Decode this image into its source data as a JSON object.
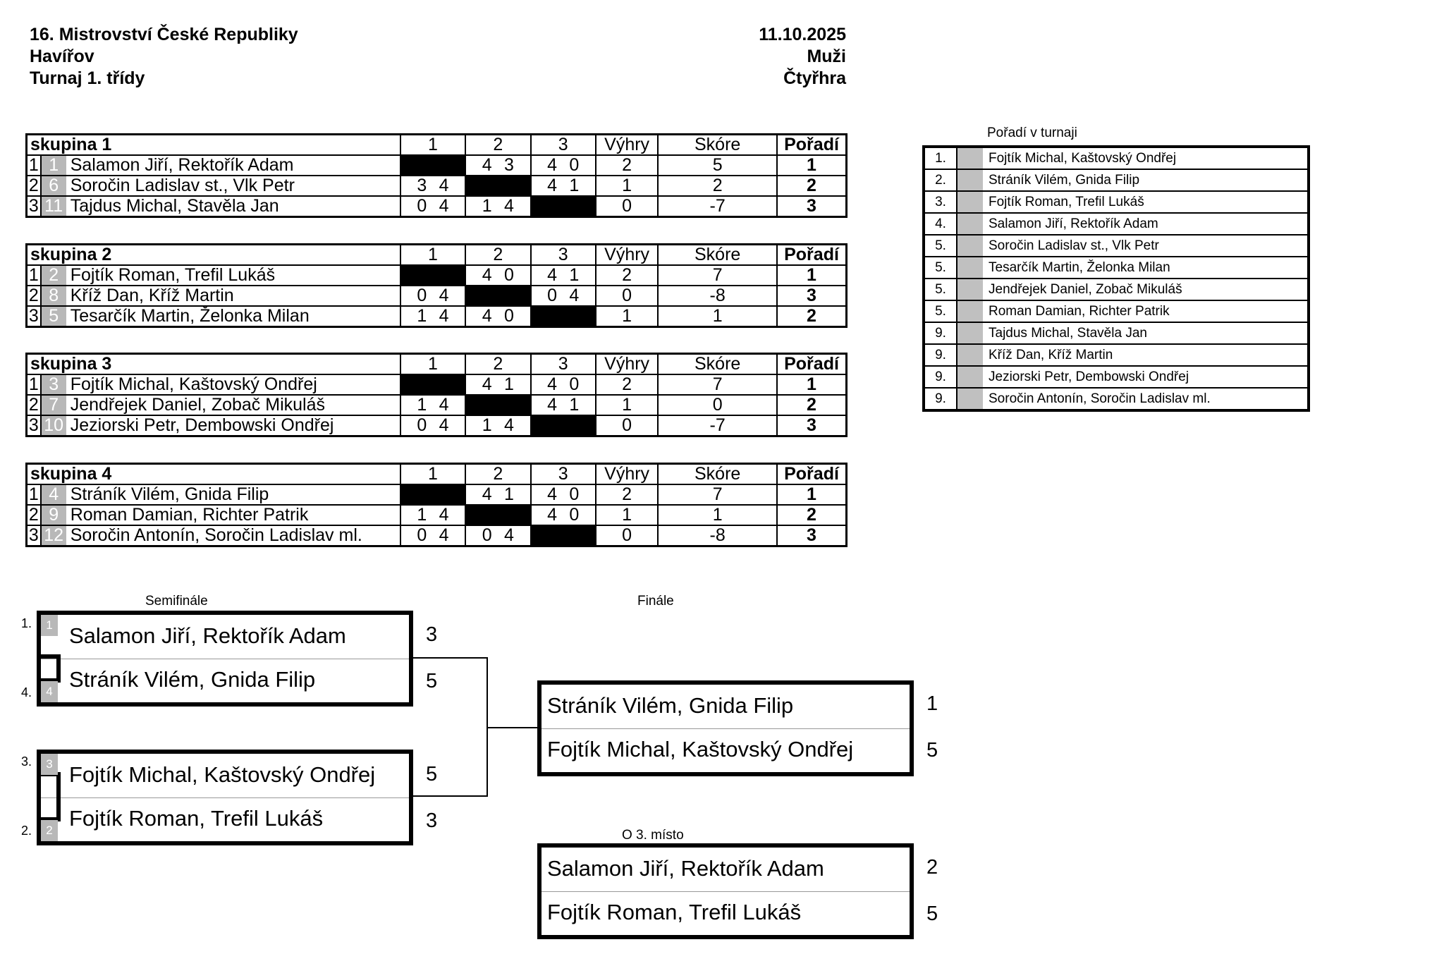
{
  "header": {
    "left": [
      "16. Mistrovství České Republiky",
      "Havířov",
      "Turnaj 1. třídy"
    ],
    "right": [
      "11.10.2025",
      "Muži",
      "Čtyřhra"
    ]
  },
  "cols": {
    "c1": "1",
    "c2": "2",
    "c3": "3",
    "wins": "Výhry",
    "score": "Skóre",
    "rank": "Pořadí"
  },
  "groups": [
    {
      "name": "skupina 1",
      "rows": [
        {
          "n": "1",
          "seed": "1",
          "name": "Salamon Jiří, Rektořík Adam",
          "r1": [
            "",
            ""
          ],
          "r2": [
            "4",
            "3"
          ],
          "r3": [
            "4",
            "0"
          ],
          "wins": "2",
          "score": "5",
          "rank": "1"
        },
        {
          "n": "2",
          "seed": "6",
          "name": "Soročin Ladislav st., Vlk Petr",
          "r1": [
            "3",
            "4"
          ],
          "r2": [
            "",
            ""
          ],
          "r3": [
            "4",
            "1"
          ],
          "wins": "1",
          "score": "2",
          "rank": "2"
        },
        {
          "n": "3",
          "seed": "11",
          "name": "Tajdus Michal, Stavěla Jan",
          "r1": [
            "0",
            "4"
          ],
          "r2": [
            "1",
            "4"
          ],
          "r3": [
            "",
            ""
          ],
          "wins": "0",
          "score": "-7",
          "rank": "3"
        }
      ]
    },
    {
      "name": "skupina 2",
      "rows": [
        {
          "n": "1",
          "seed": "2",
          "name": "Fojtík Roman, Trefil Lukáš",
          "r1": [
            "",
            ""
          ],
          "r2": [
            "4",
            "0"
          ],
          "r3": [
            "4",
            "1"
          ],
          "wins": "2",
          "score": "7",
          "rank": "1"
        },
        {
          "n": "2",
          "seed": "8",
          "name": "Kříž Dan, Kříž Martin",
          "r1": [
            "0",
            "4"
          ],
          "r2": [
            "",
            ""
          ],
          "r3": [
            "0",
            "4"
          ],
          "wins": "0",
          "score": "-8",
          "rank": "3"
        },
        {
          "n": "3",
          "seed": "5",
          "name": "Tesarčík Martin, Želonka Milan",
          "r1": [
            "1",
            "4"
          ],
          "r2": [
            "4",
            "0"
          ],
          "r3": [
            "",
            ""
          ],
          "wins": "1",
          "score": "1",
          "rank": "2"
        }
      ]
    },
    {
      "name": "skupina 3",
      "rows": [
        {
          "n": "1",
          "seed": "3",
          "name": "Fojtík Michal, Kaštovský Ondřej",
          "r1": [
            "",
            ""
          ],
          "r2": [
            "4",
            "1"
          ],
          "r3": [
            "4",
            "0"
          ],
          "wins": "2",
          "score": "7",
          "rank": "1"
        },
        {
          "n": "2",
          "seed": "7",
          "name": "Jendřejek Daniel, Zobač Mikuláš",
          "r1": [
            "1",
            "4"
          ],
          "r2": [
            "",
            ""
          ],
          "r3": [
            "4",
            "1"
          ],
          "wins": "1",
          "score": "0",
          "rank": "2"
        },
        {
          "n": "3",
          "seed": "10",
          "name": "Jeziorski Petr, Dembowski Ondřej",
          "r1": [
            "0",
            "4"
          ],
          "r2": [
            "1",
            "4"
          ],
          "r3": [
            "",
            ""
          ],
          "wins": "0",
          "score": "-7",
          "rank": "3"
        }
      ]
    },
    {
      "name": "skupina 4",
      "rows": [
        {
          "n": "1",
          "seed": "4",
          "name": "Stráník Vilém, Gnida Filip",
          "r1": [
            "",
            ""
          ],
          "r2": [
            "4",
            "1"
          ],
          "r3": [
            "4",
            "0"
          ],
          "wins": "2",
          "score": "7",
          "rank": "1"
        },
        {
          "n": "2",
          "seed": "9",
          "name": "Roman Damian, Richter Patrik",
          "r1": [
            "1",
            "4"
          ],
          "r2": [
            "",
            ""
          ],
          "r3": [
            "4",
            "0"
          ],
          "wins": "1",
          "score": "1",
          "rank": "2"
        },
        {
          "n": "3",
          "seed": "12",
          "name": "Soročin Antonín, Soročin Ladislav ml.",
          "r1": [
            "0",
            "4"
          ],
          "r2": [
            "0",
            "4"
          ],
          "r3": [
            "",
            ""
          ],
          "wins": "0",
          "score": "-8",
          "rank": "3"
        }
      ]
    }
  ],
  "ranking": {
    "title": "Pořadí v turnaji",
    "rows": [
      {
        "rank": "1.",
        "name": "Fojtík Michal, Kaštovský Ondřej"
      },
      {
        "rank": "2.",
        "name": "Stráník Vilém, Gnida Filip"
      },
      {
        "rank": "3.",
        "name": "Fojtík Roman, Trefil Lukáš"
      },
      {
        "rank": "4.",
        "name": "Salamon Jiří, Rektořík Adam"
      },
      {
        "rank": "5.",
        "name": "Soročin Ladislav st., Vlk Petr"
      },
      {
        "rank": "5.",
        "name": "Tesarčík Martin, Želonka Milan"
      },
      {
        "rank": "5.",
        "name": "Jendřejek Daniel, Zobač Mikuláš"
      },
      {
        "rank": "5.",
        "name": "Roman Damian, Richter Patrik"
      },
      {
        "rank": "9.",
        "name": "Tajdus Michal, Stavěla Jan"
      },
      {
        "rank": "9.",
        "name": "Kříž Dan, Kříž Martin"
      },
      {
        "rank": "9.",
        "name": "Jeziorski Petr, Dembowski Ondřej"
      },
      {
        "rank": "9.",
        "name": "Soročin Antonín, Soročin Ladislav ml."
      }
    ]
  },
  "bracket": {
    "semifinal_label": "Semifinále",
    "final_label": "Finále",
    "third_label": "O 3. místo",
    "sf1": {
      "top": {
        "mark": "1.",
        "seed": "1",
        "name": "Salamon Jiří, Rektořík Adam",
        "score": "3"
      },
      "bot": {
        "mark": "4.",
        "seed": "4",
        "name": "Stráník Vilém, Gnida Filip",
        "score": "5"
      }
    },
    "sf2": {
      "top": {
        "mark": "3.",
        "seed": "3",
        "name": "Fojtík Michal, Kaštovský Ondřej",
        "score": "5"
      },
      "bot": {
        "mark": "2.",
        "seed": "2",
        "name": "Fojtík Roman, Trefil Lukáš",
        "score": "3"
      }
    },
    "final": {
      "top": {
        "name": "Stráník Vilém, Gnida Filip",
        "score": "1"
      },
      "bot": {
        "name": "Fojtík Michal, Kaštovský Ondřej",
        "score": "5"
      }
    },
    "third": {
      "top": {
        "name": "Salamon Jiří, Rektořík Adam",
        "score": "2"
      },
      "bot": {
        "name": "Fojtík Roman, Trefil Lukáš",
        "score": "5"
      }
    }
  }
}
